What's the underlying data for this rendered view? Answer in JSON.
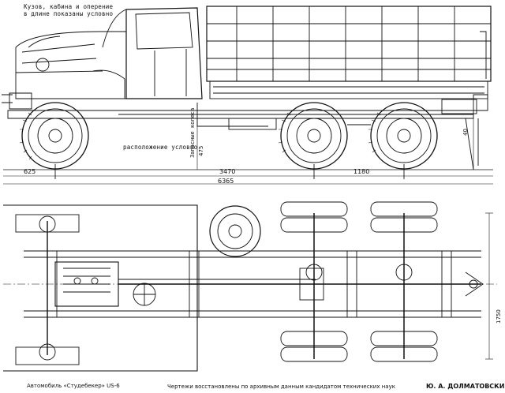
{
  "notes": {
    "body_note_line1": "Кузов, кабина и оперение",
    "body_note_line2": "в длине показаны условно",
    "fuel_note_line1": "Запасные колеса",
    "fuel_note_line2": "расположение условно",
    "rear_clearance": "40"
  },
  "dimensions": {
    "front_overhang": "625",
    "wheelbase": "3470",
    "rear_bogie": "1180",
    "overall_length": "6365",
    "ground_clearance": "475",
    "track": "1750"
  },
  "captions": {
    "vehicle_name": "Автомобиль «Студебекер» US-6",
    "credit_prefix": "Чертежи восстановлены по архивным данным кандидатом технических наук",
    "author": "Ю. А. ДОЛМАТОВСКИЙ"
  }
}
